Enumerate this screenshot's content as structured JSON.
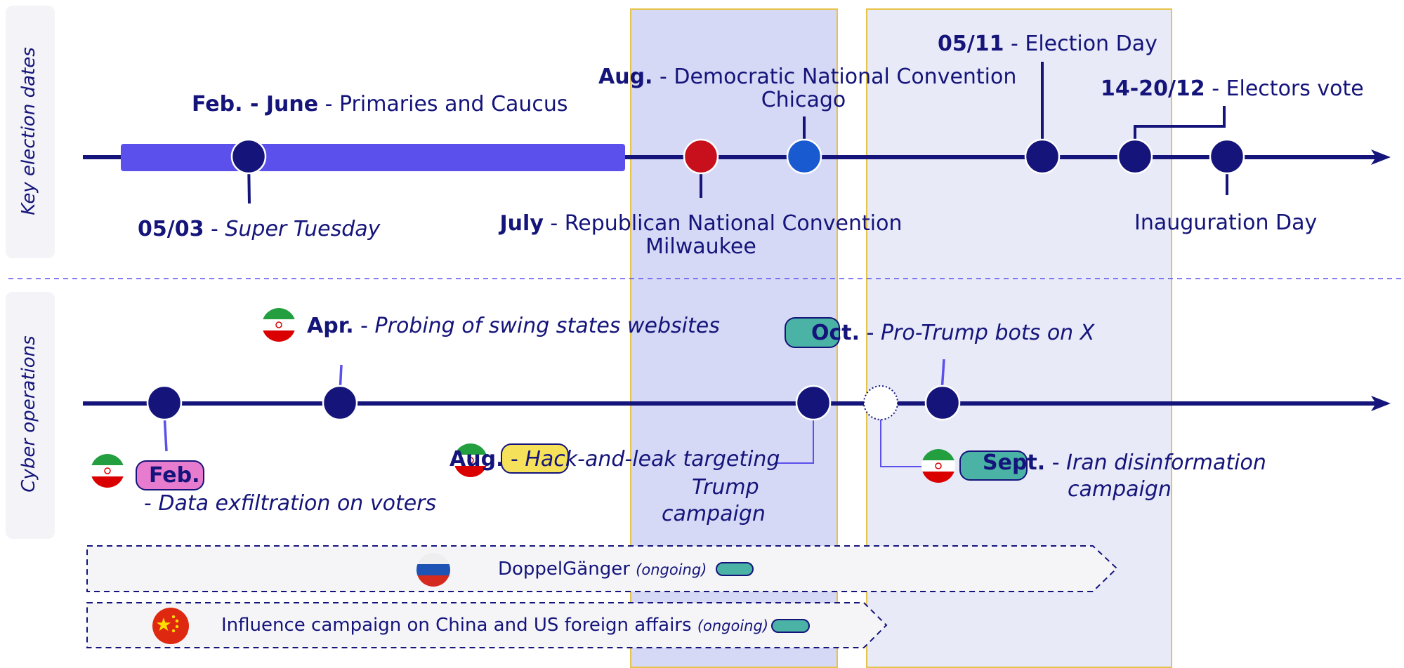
{
  "sections": {
    "key_dates_label": "Key election dates",
    "cyber_label": "Cyber operations"
  },
  "election": {
    "primaries": {
      "date": "Feb. - June",
      "text": "Primaries and Caucus"
    },
    "super_tuesday": {
      "date": "05/03",
      "text": "Super Tuesday"
    },
    "dnc": {
      "date": "Aug.",
      "text": "Democratic National Convention",
      "city": "Chicago"
    },
    "rnc": {
      "date": "July",
      "text": "Republican National Convention",
      "city": "Milwaukee"
    },
    "election_day": {
      "date": "05/11",
      "text": "Election Day"
    },
    "electors": {
      "date": "14-20/12",
      "text": "Electors vote"
    },
    "inauguration": {
      "text": "Inauguration Day"
    },
    "sep": " - "
  },
  "cyber": {
    "apr": {
      "date": "Apr.",
      "text": "Probing of swing states websites"
    },
    "feb": {
      "date": "Feb.",
      "text": "Data exfiltration on voters"
    },
    "aug": {
      "date": "Aug.",
      "line1": "Hack-and-leak targeting",
      "line2": "Trump",
      "line3": "campaign"
    },
    "oct": {
      "date": "Oct.",
      "text": "Pro-Trump bots on X"
    },
    "sept": {
      "date": "Sept.",
      "line1": "Iran disinformation",
      "line2": "campaign"
    },
    "sep": " - "
  },
  "ongoing": {
    "doppelganger": {
      "name": "DoppelGänger",
      "status": "(ongoing)"
    },
    "china": {
      "name": "Influence campaign on China and US foreign affairs",
      "status": "(ongoing)"
    }
  },
  "colors": {
    "navy": "#14147a",
    "primaries_bar": "#5b50ec",
    "republican": "#c8101c",
    "democrat": "#1a5ad0",
    "band_dark": "#d6d9f5",
    "band_light": "#e8eaf8",
    "band_border": "#e6c34a",
    "pink_badge": "#e77ccf",
    "yellow_badge": "#f6e15a",
    "teal_badge": "#4ab3a6"
  },
  "icons": {
    "iran": "iran-flag-icon",
    "russia": "russia-flag-icon",
    "china": "china-flag-icon"
  }
}
